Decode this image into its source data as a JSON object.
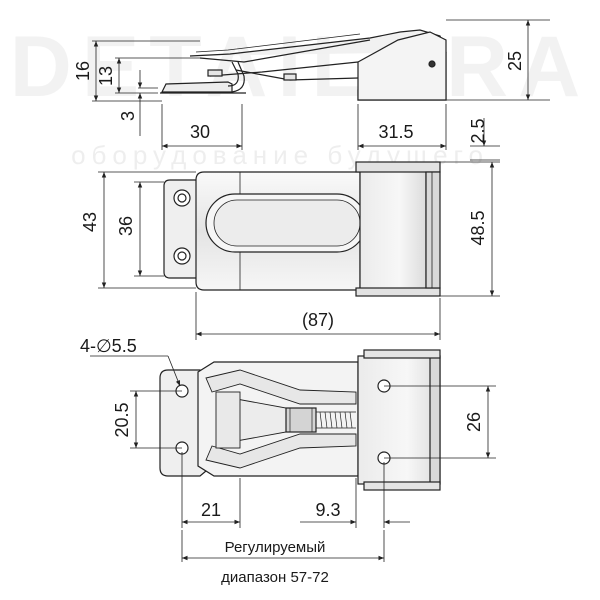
{
  "watermark": {
    "brand": "DETAILURA",
    "tagline": "оборудование будущего"
  },
  "dimensions": {
    "side_height_16": "16",
    "side_height_13": "13",
    "side_height_3": "3",
    "side_length_30": "30",
    "side_length_31_5": "31.5",
    "side_height_25": "25",
    "side_height_2_5": "2.5",
    "front_height_43": "43",
    "front_height_36": "36",
    "front_height_48_5": "48.5",
    "front_length_87": "(87)",
    "hole_spec": "4-∅5.5",
    "bottom_spacing_20_5": "20.5",
    "bottom_spacing_26": "26",
    "bottom_length_21": "21",
    "bottom_length_9_3": "9.3"
  },
  "caption": {
    "line1": "Регулируемый",
    "line2": "диапазон 57-72"
  },
  "colors": {
    "line": "#222222",
    "metal_light": "#f2f2f2",
    "metal_mid": "#d6d6d6",
    "metal_dark": "#9a9a9a"
  }
}
